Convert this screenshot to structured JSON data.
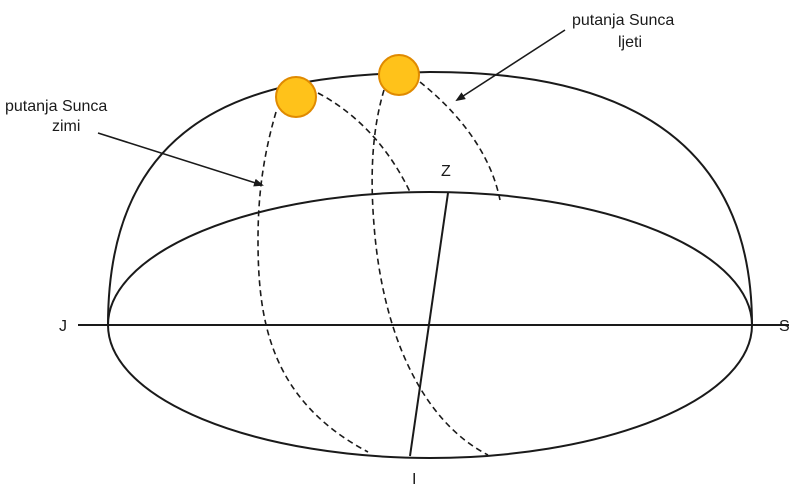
{
  "labels": {
    "winter_path": [
      "putanja Sunca",
      "zimi"
    ],
    "summer_path": [
      "putanja Sunca",
      "ljeti"
    ],
    "zenith": "Z",
    "south": "J",
    "north": "S",
    "east": "I"
  },
  "colors": {
    "sun_fill": "#FFC21A",
    "sun_stroke": "#E08A00",
    "line": "#1a1a1a"
  }
}
